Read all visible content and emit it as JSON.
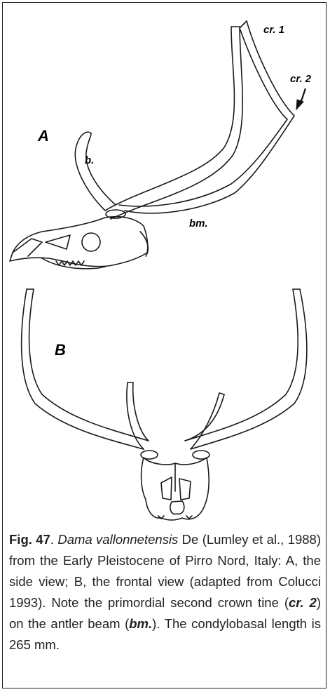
{
  "figure": {
    "view_a_label": "A",
    "view_b_label": "B",
    "crown_tine_1_label": "cr. 1",
    "crown_tine_2_label": "cr. 2",
    "bez_tine_label": "b.",
    "beam_label": "bm."
  },
  "caption": {
    "fig_number": "Fig. 47",
    "species": "Dama vallonnetensis",
    "text_1": " De (Lumley et al., 1988) from the Early Pleistocene of Pirro Nord, Italy: A, the side view; B, the frontal view (adapted from Colucci 1993). Note the primordial second crown tine (",
    "term_cr2": "cr. 2",
    "text_2": ") on the antler beam (",
    "term_bm": "bm.",
    "text_3": "). The condylobasal length is 265 mm."
  }
}
